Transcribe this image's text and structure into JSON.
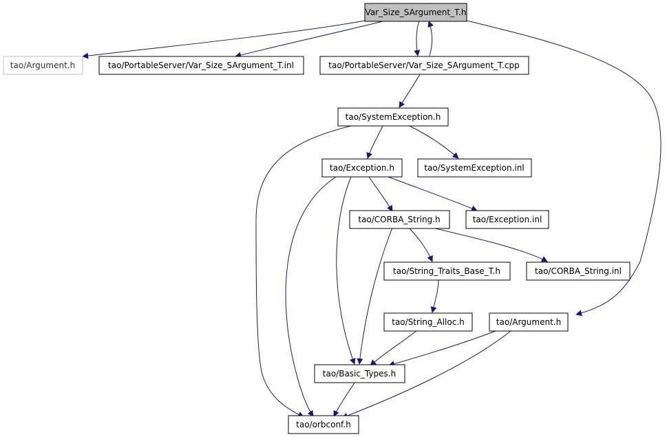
{
  "diagram": {
    "colors": {
      "edge": "#191970",
      "node_border": "#000000",
      "root_fill": "#bfbfbf",
      "external_border": "#bfbfbf",
      "node_fill": "#ffffff"
    },
    "nodes": {
      "root": "Var_Size_SArgument_T.h",
      "argument_external": "tao/Argument.h",
      "var_size_inl": "tao/PortableServer/Var_Size_SArgument_T.inl",
      "var_size_cpp": "tao/PortableServer/Var_Size_SArgument_T.cpp",
      "system_exception_h": "tao/SystemException.h",
      "exception_h": "tao/Exception.h",
      "system_exception_inl": "tao/SystemException.inl",
      "corba_string_h": "tao/CORBA_String.h",
      "exception_inl": "tao/Exception.inl",
      "string_traits_base": "tao/String_Traits_Base_T.h",
      "corba_string_inl": "tao/CORBA_String.inl",
      "string_alloc_h": "tao/String_Alloc.h",
      "argument_h": "tao/Argument.h",
      "basic_types_h": "tao/Basic_Types.h",
      "orbconf_h": "tao/orbconf.h"
    }
  }
}
